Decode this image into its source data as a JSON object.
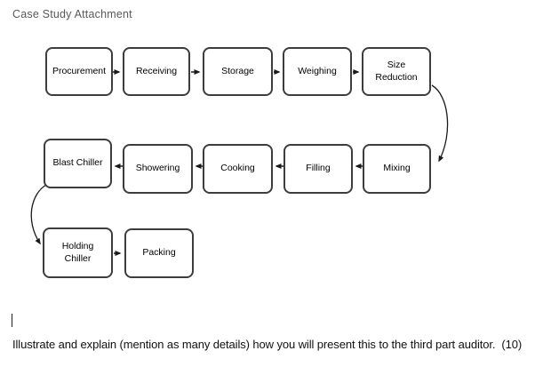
{
  "header": {
    "title": "Case Study Attachment"
  },
  "flowchart": {
    "nodes": [
      {
        "id": "procurement",
        "label": "Procurement"
      },
      {
        "id": "receiving",
        "label": "Receiving"
      },
      {
        "id": "storage",
        "label": "Storage"
      },
      {
        "id": "weighing",
        "label": "Weighing"
      },
      {
        "id": "size-reduction",
        "label": "Size Reduction"
      },
      {
        "id": "blast-chiller",
        "label": "Blast Chiller"
      },
      {
        "id": "showering",
        "label": "Showering"
      },
      {
        "id": "cooking",
        "label": "Cooking"
      },
      {
        "id": "filling",
        "label": "Filling"
      },
      {
        "id": "mixing",
        "label": "Mixing"
      },
      {
        "id": "holding-chiller",
        "label": "Holding Chiller"
      },
      {
        "id": "packing",
        "label": "Packing"
      }
    ],
    "connections": [
      {
        "from": "Procurement",
        "to": "Receiving",
        "style": "straight"
      },
      {
        "from": "Receiving",
        "to": "Storage",
        "style": "straight"
      },
      {
        "from": "Storage",
        "to": "Weighing",
        "style": "straight"
      },
      {
        "from": "Weighing",
        "to": "Size Reduction",
        "style": "straight"
      },
      {
        "from": "Size Reduction",
        "to": "Mixing",
        "style": "curved"
      },
      {
        "from": "Mixing",
        "to": "Filling",
        "style": "straight"
      },
      {
        "from": "Filling",
        "to": "Cooking",
        "style": "straight"
      },
      {
        "from": "Cooking",
        "to": "Showering",
        "style": "straight"
      },
      {
        "from": "Showering",
        "to": "Blast Chiller",
        "style": "straight"
      },
      {
        "from": "Blast Chiller",
        "to": "Holding Chiller",
        "style": "curved"
      },
      {
        "from": "Holding Chiller",
        "to": "Packing",
        "style": "straight"
      }
    ]
  },
  "question": {
    "text": "Illustrate and explain (mention as many details) how you will present this to the third part auditor.  (10)"
  },
  "colors": {
    "node_border": "#3d3d3d",
    "node_fill": "#ffffff",
    "arrow": "#1a1a1a",
    "header_text": "#595959",
    "body_text": "#111111"
  }
}
